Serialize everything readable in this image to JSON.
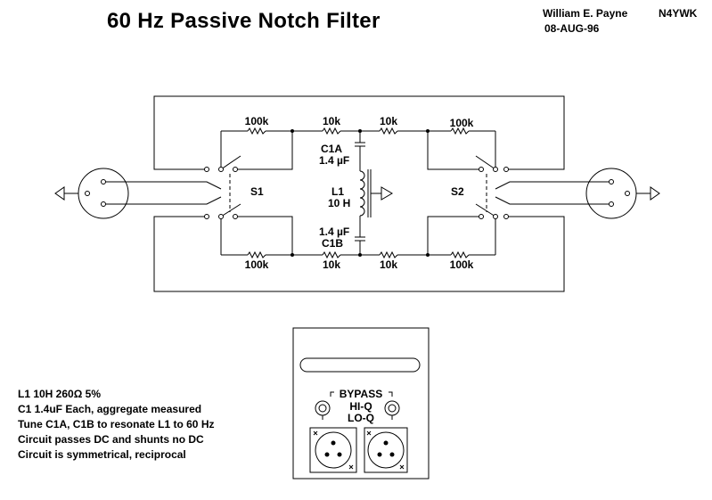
{
  "header": {
    "title": "60 Hz Passive Notch Filter",
    "author": "William E. Payne",
    "callsign": "N4YWK",
    "date": "08-AUG-96"
  },
  "schematic": {
    "r_top_left": "100k",
    "r_top_mid_left": "10k",
    "r_top_mid_right": "10k",
    "r_top_right": "100k",
    "r_bot_left": "100k",
    "r_bot_mid_left": "10k",
    "r_bot_mid_right": "10k",
    "r_bot_right": "100k",
    "c1a_name": "C1A",
    "c1a_value": "1.4 µF",
    "c1b_name": "C1B",
    "c1b_value": "1.4 µF",
    "l1_name": "L1",
    "l1_value": "10 H",
    "switch_left": "S1",
    "switch_right": "S2"
  },
  "panel": {
    "bypass_label": "BYPASS",
    "hiq_label": "HI-Q",
    "loq_label": "LO-Q"
  },
  "notes": [
    "L1  10H  260Ω  5%",
    "C1  1.4uF  Each, aggregate measured",
    "Tune C1A, C1B to resonate L1 to 60 Hz",
    "Circuit passes DC and shunts no DC",
    "Circuit is symmetrical, reciprocal"
  ]
}
